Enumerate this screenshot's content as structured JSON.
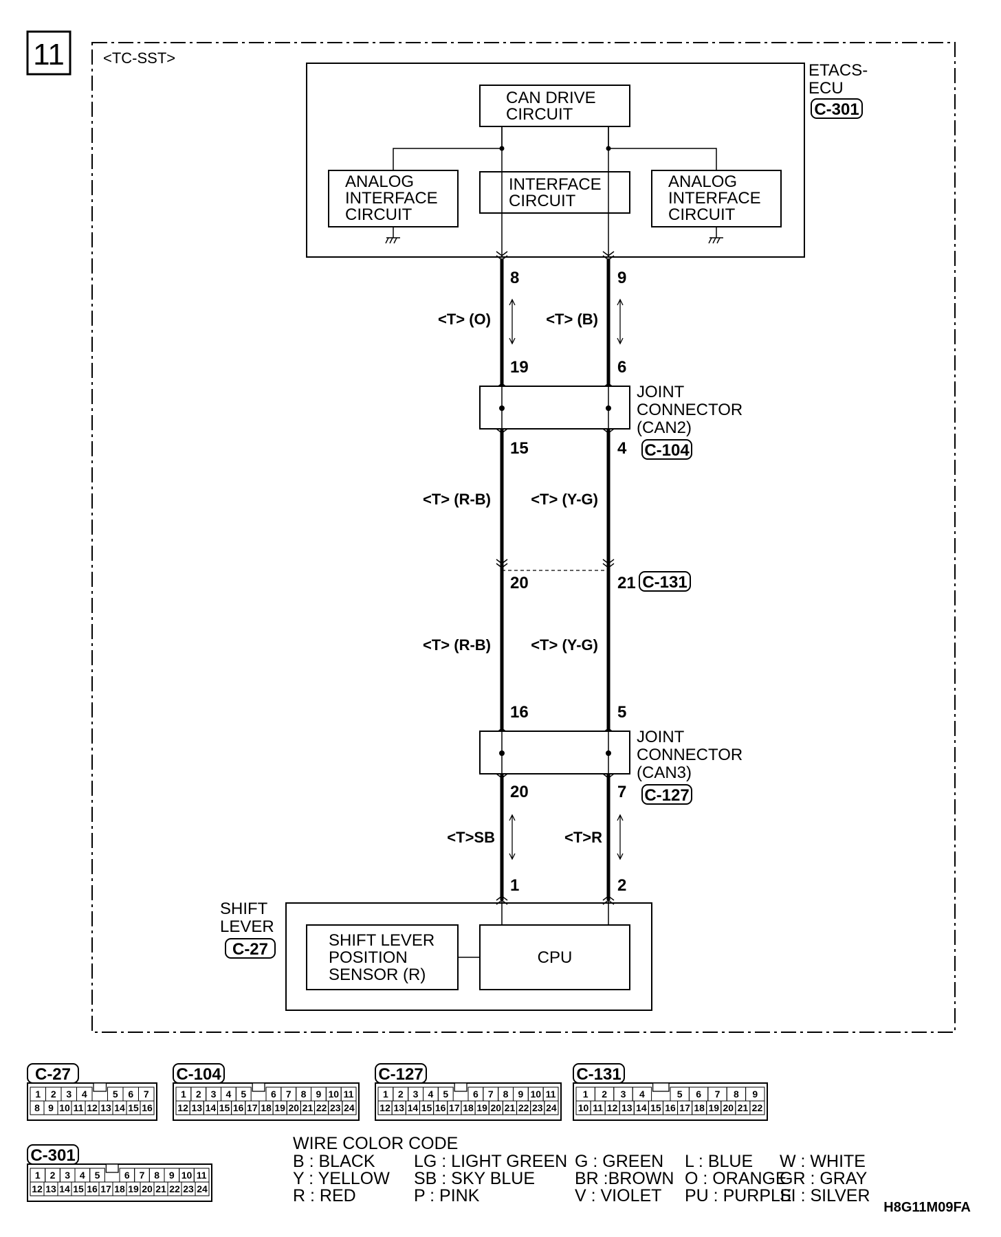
{
  "page_number": "11",
  "variant": "<TC-SST>",
  "code": "H8G11M09FA",
  "etacs": {
    "name_line1": "ETACS-",
    "name_line2": "ECU",
    "connector": "C-301",
    "can_drive": [
      "CAN DRIVE",
      "CIRCUIT"
    ],
    "analog_left": [
      "ANALOG",
      "INTERFACE",
      "CIRCUIT"
    ],
    "interface": [
      "INTERFACE",
      "CIRCUIT"
    ],
    "analog_right": [
      "ANALOG",
      "INTERFACE",
      "CIRCUIT"
    ]
  },
  "wires": {
    "left": {
      "pin_ecu": "8",
      "seg1_color": "<T> (O)",
      "pin_j2_top": "19",
      "pin_j2_bottom": "15",
      "seg2_color": "<T> (R-B)",
      "pin_c131": "20",
      "seg3_color": "<T> (R-B)",
      "pin_j3_top": "16",
      "pin_j3_bottom": "20",
      "seg4_color": "<T>SB",
      "pin_shift": "1"
    },
    "right": {
      "pin_ecu": "9",
      "seg1_color": "<T> (B)",
      "pin_j2_top": "6",
      "pin_j2_bottom": "4",
      "seg2_color": "<T> (Y-G)",
      "pin_c131": "21",
      "seg3_color": "<T> (Y-G)",
      "pin_j3_top": "5",
      "pin_j3_bottom": "7",
      "seg4_color": "<T>R",
      "pin_shift": "2"
    }
  },
  "joint_can2": {
    "lines": [
      "JOINT",
      "CONNECTOR",
      "(CAN2)"
    ],
    "connector": "C-104"
  },
  "c131_connector": "C-131",
  "joint_can3": {
    "lines": [
      "JOINT",
      "CONNECTOR",
      "(CAN3)"
    ],
    "connector": "C-127"
  },
  "shift_lever": {
    "lines": [
      "SHIFT",
      "LEVER"
    ],
    "connector": "C-27",
    "sensor": [
      "SHIFT LEVER",
      "POSITION",
      "SENSOR (R)"
    ],
    "cpu": "CPU"
  },
  "connector_faces": [
    {
      "label": "C-27",
      "top": [
        "1",
        "2",
        "3",
        "4",
        "",
        "5",
        "6",
        "7"
      ],
      "bottom": [
        "8",
        "9",
        "10",
        "11",
        "12",
        "13",
        "14",
        "15",
        "16"
      ]
    },
    {
      "label": "C-104",
      "top": [
        "1",
        "2",
        "3",
        "4",
        "5",
        "",
        "6",
        "7",
        "8",
        "9",
        "10",
        "11"
      ],
      "bottom": [
        "12",
        "13",
        "14",
        "15",
        "16",
        "17",
        "18",
        "19",
        "20",
        "21",
        "22",
        "23",
        "24"
      ]
    },
    {
      "label": "C-127",
      "top": [
        "1",
        "2",
        "3",
        "4",
        "5",
        "",
        "6",
        "7",
        "8",
        "9",
        "10",
        "11"
      ],
      "bottom": [
        "12",
        "13",
        "14",
        "15",
        "16",
        "17",
        "18",
        "19",
        "20",
        "21",
        "22",
        "23",
        "24"
      ]
    },
    {
      "label": "C-131",
      "top": [
        "1",
        "2",
        "3",
        "4",
        "",
        "5",
        "6",
        "7",
        "8",
        "9"
      ],
      "bottom": [
        "10",
        "11",
        "12",
        "13",
        "14",
        "15",
        "16",
        "17",
        "18",
        "19",
        "20",
        "21",
        "22"
      ]
    },
    {
      "label": "C-301",
      "top": [
        "1",
        "2",
        "3",
        "4",
        "5",
        "",
        "6",
        "7",
        "8",
        "9",
        "10",
        "11"
      ],
      "bottom": [
        "12",
        "13",
        "14",
        "15",
        "16",
        "17",
        "18",
        "19",
        "20",
        "21",
        "22",
        "23",
        "24"
      ]
    }
  ],
  "wire_color_code": {
    "title": "WIRE COLOR CODE",
    "rows": [
      [
        "B : BLACK",
        "LG : LIGHT GREEN",
        "G : GREEN",
        "L : BLUE",
        "W : WHITE"
      ],
      [
        "Y : YELLOW",
        "SB : SKY BLUE",
        "BR :BROWN",
        "O : ORANGE",
        "GR : GRAY"
      ],
      [
        "R : RED",
        "P : PINK",
        "V : VIOLET",
        "PU : PURPLE",
        "SI : SILVER"
      ]
    ]
  }
}
